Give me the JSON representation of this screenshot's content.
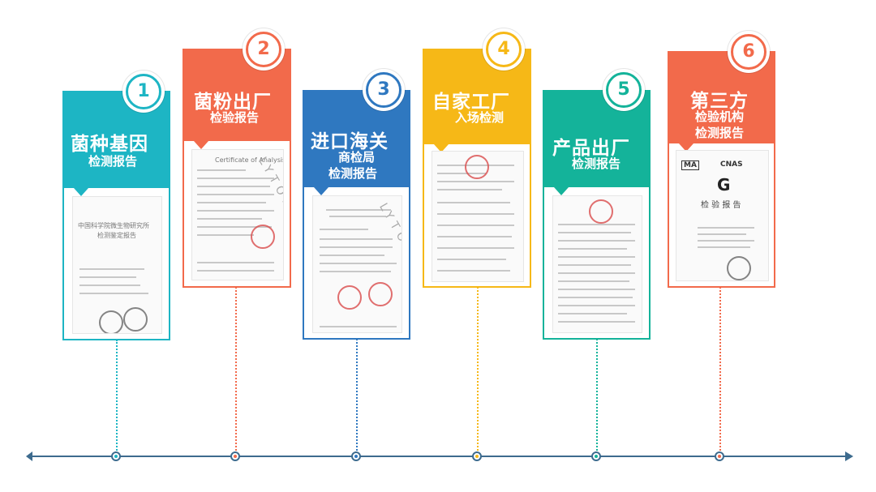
{
  "colors": {
    "teal": "#1db5c4",
    "orange": "#f26a4b",
    "blue": "#2f78c0",
    "yellow": "#f6b817",
    "green": "#14b39a",
    "axis": "#3d6b8e"
  },
  "steps": [
    {
      "num": "1",
      "title": "菌种基因",
      "subtitle": "检测报告",
      "color": "#1db5c4",
      "doc": {
        "heading1": "中国科学院微生物研究所",
        "heading2": "检测鉴定报告"
      }
    },
    {
      "num": "2",
      "title": "菌粉出厂",
      "subtitle": "检验报告",
      "color": "#f26a4b",
      "doc": {
        "heading1": "Certificate of Analysis",
        "watermark": "LYTONE"
      }
    },
    {
      "num": "3",
      "title": "进口海关",
      "subtitle_lines": [
        "商检局",
        "检测报告"
      ],
      "color": "#2f78c0",
      "doc": {
        "watermark": "LYTONE"
      }
    },
    {
      "num": "4",
      "title": "自家工厂",
      "subtitle": "入场检测",
      "color": "#f6b817",
      "doc": {}
    },
    {
      "num": "5",
      "title": "产品出厂",
      "subtitle": "检测报告",
      "color": "#14b39a",
      "doc": {}
    },
    {
      "num": "6",
      "title": "第三方",
      "subtitle_lines": [
        "检验机构",
        "检测报告"
      ],
      "color": "#f26a4b",
      "doc": {
        "logos": [
          "MA",
          "CNAS"
        ],
        "g_mark": "G",
        "heading": "检 验 报 告"
      }
    }
  ]
}
